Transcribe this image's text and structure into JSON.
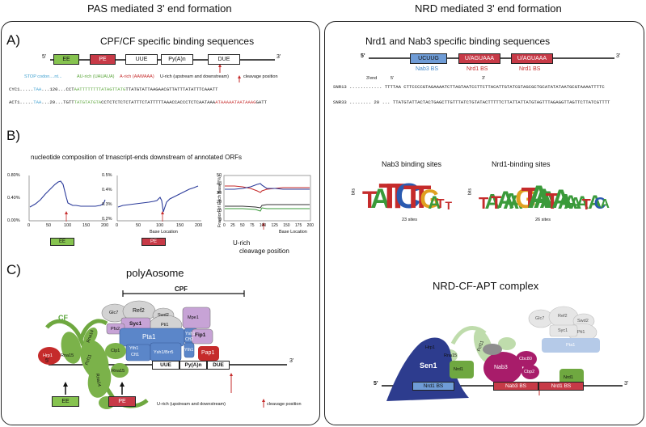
{
  "headers": {
    "left": "PAS mediated 3' end formation",
    "right": "NRD mediated 3' end formation"
  },
  "panelA": {
    "letter": "A)",
    "title": "CPF/CF specific binding sequences",
    "five": "5'",
    "three": "3'",
    "elements": [
      "EE",
      "PE",
      "UUE",
      "Py(A)n",
      "DUE"
    ],
    "legend": {
      "stop": "STOP codon....nt...",
      "au": "AU-rich (UAUAUA)",
      "a": "A-rich (AAWAAA)",
      "u": "U-rich (upstream and downstream)",
      "cleav": "cleavage position"
    },
    "seqs": [
      {
        "name": "CYC1.....",
        "stop": "TAA",
        "mid": "...120...",
        "pre": "CCT",
        "au": "AATTTTTTTTATAGTTATG",
        "post": "TTATGTATTAAGAACGTTATTTATATTTCAAATT",
        "a": "",
        "tail": "",
        "a_mid": "TAAGAA"
      },
      {
        "name": "ACT1.....",
        "stop": "TAA",
        "mid": "...20...",
        "pre": "TGTT",
        "au": "TATGTATGTA",
        "post": "CCTCTCTCTCTATTTCTATTTTTAAACCACCCTCTCAATAAA",
        "a": "ATAAAAATAATAAAG",
        "tail": "GATT",
        "a_mid": ""
      }
    ]
  },
  "panelB": {
    "letter": "B)",
    "title": "nucleotide composition of trnascript-ends downstream of annotated ORFs",
    "chart1_y": [
      "0.80%",
      "0.40%",
      "0.00%"
    ],
    "chart2_y": [
      "0.5%",
      "0.4%",
      "0.3%",
      "0.2%"
    ],
    "x_ticks": [
      "0",
      "50",
      "100",
      "150",
      "200"
    ],
    "x_ticks3": [
      "0",
      "25",
      "50",
      "75",
      "100",
      "125",
      "150",
      "175",
      "200"
    ],
    "xlabel": "Base Location",
    "chart3_y": [
      "50",
      "40",
      "30",
      "20",
      "10",
      "0"
    ],
    "chart3_ylabel": "Fraction of Each Base (%)",
    "ee": "EE",
    "pe": "PE",
    "urich": "U-rich",
    "cleav": "cleavage position"
  },
  "panelC": {
    "letter": "C)",
    "title": "polyAosome",
    "cpf": "CPF",
    "cf": "CF",
    "proteins": [
      "Glc7",
      "Ref2",
      "Swd2",
      "Mpe1",
      "Pfs2",
      "Syc1",
      "Pti1",
      "Pta1",
      "Ysh1",
      "Cft2",
      "Fip1",
      "Yth1",
      "Cft1",
      "Ysh1/Brr5",
      "Yth1",
      "Pap1",
      "Hrp1",
      "Rna15",
      "Pcf11",
      "Rna14",
      "Clp1",
      "Rna14",
      "Rna15"
    ],
    "elements": [
      "UUE",
      "Py(A)n",
      "DUE"
    ],
    "ee": "EE",
    "pe": "PE",
    "five": "5'",
    "three": "3'",
    "note": "U-rich (upstream and downstream)",
    "cleav": "cleavage position"
  },
  "panelR": {
    "title": "Nrd1 and Nab3 specific binding sequences",
    "five": "5'",
    "three": "3'",
    "boxes": [
      {
        "seq": "UCUUG",
        "label": "Nab3 BS"
      },
      {
        "seq": "U/AGUAAA",
        "label": "Nrd1 BS"
      },
      {
        "seq": "U/AGUAAA",
        "label": "Nrd1 BS"
      }
    ],
    "end_label": "3'end",
    "end5": "5'",
    "end3": "3'",
    "seqs": [
      {
        "name": "SNR13",
        "dots": "............",
        "text": "TTTTAA CTTCCCCGTAGAAAATCTTAGTAATCCTTCTTACATTGTATCGTAGCGCTGCATATATAATGCGTAAAATTTTC"
      },
      {
        "name": "SNR33",
        "dots": "........ 20 ...",
        "text": "TTATGTATTACTACTGAGCTTGTTTATCTGTATACTTTTTCTTATTATTATGTAGTTTAGAGGTTAGTTCTTATCGTTTT"
      }
    ],
    "logo1_title": "Nab3 binding sites",
    "logo1_sub": "23 sites",
    "logo1_seq": "TATTCTTGATT",
    "logo2_title": "Nrd1-binding sites",
    "logo2_sub": "26 sites",
    "logo2_seq": "TATAAAGTAAATAAAAATACA",
    "bits": "bits",
    "complex_title": "NRD-CF-APT complex",
    "complex_proteins": [
      "Glc7",
      "Ref2",
      "Swd2",
      "Syc1",
      "Pti1",
      "Pta1",
      "Hrp1",
      "Rna15",
      "Pcf11",
      "Sen1",
      "Nrd1",
      "Nab3",
      "Cbc80",
      "Cbp2",
      "Nrd1"
    ],
    "sites": [
      "Nrd1 BS",
      "Nab3 BS",
      "Nrd1 BS"
    ]
  },
  "colors": {
    "ee": "#86c34f",
    "pe": "#c73a47",
    "blue": "#4a7cc0",
    "green": "#7bb24a",
    "purple": "#c7a3d6",
    "grey": "#d3d3d3",
    "red": "#c52b2b",
    "sen1": "#2d3c8e"
  }
}
